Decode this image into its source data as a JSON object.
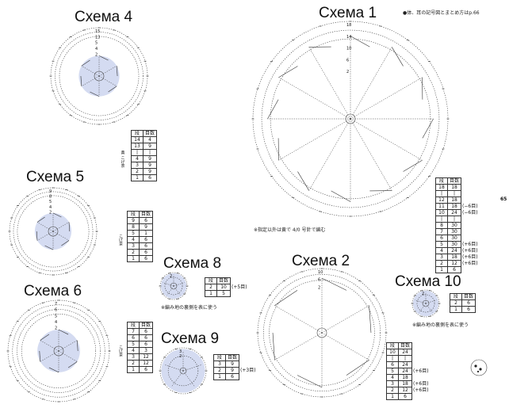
{
  "titles": {
    "s1": "Схема 1",
    "s2": "Схема 2",
    "s4": "Схема 4",
    "s5": "Схема 5",
    "s6": "Схема 6",
    "s8": "Схема 8",
    "s9": "Схема 9",
    "s10": "Схема 10"
  },
  "notes": {
    "top_right": "●体、耳の記号図とまとめ方はp.66",
    "scheme1": "※指定以外は黄で 4/0 号針で編む",
    "scheme8": "※編み地の裏側を表に使う",
    "scheme10": "※編み地の裏側を表に使う"
  },
  "page_number": "65",
  "diagram_labels": {
    "s1": [
      "18",
      "14",
      "10",
      "6",
      "2"
    ],
    "s2": [
      "10",
      "6",
      "2"
    ],
    "s4": [
      "15",
      "13",
      "5",
      "4",
      "2"
    ],
    "s5": [
      "9",
      "8",
      "5",
      "4",
      "2"
    ],
    "s6": [
      "7",
      "6",
      "5",
      "4",
      "2"
    ],
    "s8": [
      "2"
    ],
    "s9": [
      "3",
      "2"
    ],
    "s10": [
      "2"
    ]
  },
  "tables": {
    "header": [
      "段",
      "目数"
    ],
    "s1": {
      "rows": [
        [
          "18",
          "18",
          ""
        ],
        [
          "|",
          "|",
          ""
        ],
        [
          "12",
          "18",
          ""
        ],
        [
          "11",
          "18",
          "(−6目)"
        ],
        [
          "10",
          "24",
          "(−6目)"
        ],
        [
          "|",
          "|",
          ""
        ],
        [
          "8",
          "30",
          ""
        ],
        [
          "7",
          "30",
          ""
        ],
        [
          "6",
          "30",
          ""
        ],
        [
          "5",
          "30",
          "(+6目)"
        ],
        [
          "4",
          "24",
          "(+6目)"
        ],
        [
          "3",
          "18",
          "(+6目)"
        ],
        [
          "2",
          "12",
          "(+6目)"
        ],
        [
          "1",
          "6",
          ""
        ]
      ]
    },
    "s2": {
      "rows": [
        [
          "10",
          "24",
          ""
        ],
        [
          "|",
          "|",
          ""
        ],
        [
          "6",
          "24",
          ""
        ],
        [
          "5",
          "24",
          "(+6目)"
        ],
        [
          "4",
          "18",
          ""
        ],
        [
          "3",
          "18",
          "(+6目)"
        ],
        [
          "2",
          "12",
          "(+6目)"
        ],
        [
          "1",
          "6",
          ""
        ]
      ]
    },
    "s4": {
      "side": "黄 こげ茶",
      "rows": [
        [
          "14",
          "4"
        ],
        [
          "13",
          "9"
        ],
        [
          "|",
          "|"
        ],
        [
          "4",
          "9"
        ],
        [
          "3",
          "9"
        ],
        [
          "2",
          "9"
        ],
        [
          "1",
          "6"
        ]
      ]
    },
    "s5": {
      "side": "こげ茶",
      "rows": [
        [
          "9",
          "6"
        ],
        [
          "8",
          "9"
        ],
        [
          "5",
          "1"
        ],
        [
          "4",
          "6"
        ],
        [
          "3",
          "6"
        ],
        [
          "2",
          "6"
        ],
        [
          "1",
          "6"
        ]
      ]
    },
    "s6": {
      "side": "こげ茶",
      "rows": [
        [
          "7",
          "6"
        ],
        [
          "6",
          "6"
        ],
        [
          "5",
          "6"
        ],
        [
          "4",
          "3"
        ],
        [
          "3",
          "12"
        ],
        [
          "2",
          "12"
        ],
        [
          "1",
          "6"
        ]
      ]
    },
    "s8": {
      "rows": [
        [
          "2",
          "10",
          "(+5目)"
        ],
        [
          "1",
          "5",
          ""
        ]
      ]
    },
    "s9": {
      "rows": [
        [
          "3",
          "9",
          ""
        ],
        [
          "2",
          "9",
          "(+3目)"
        ],
        [
          "1",
          "6",
          ""
        ]
      ]
    },
    "s10": {
      "rows": [
        [
          "2",
          "6"
        ],
        [
          "1",
          "6"
        ]
      ]
    }
  }
}
